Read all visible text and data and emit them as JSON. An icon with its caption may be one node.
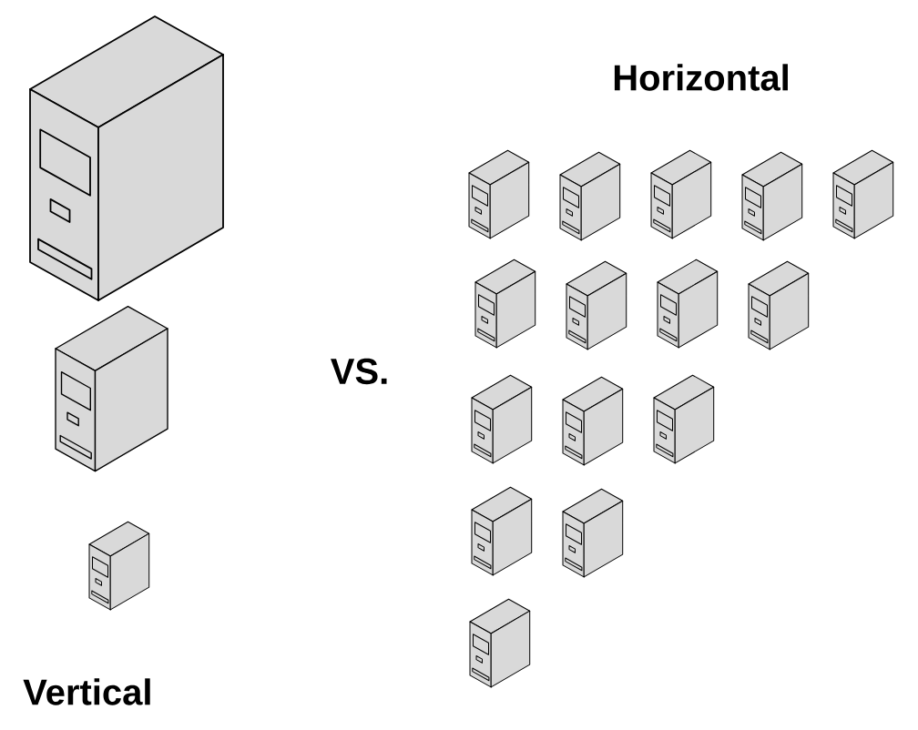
{
  "diagram": {
    "labels": [
      "Horizontal",
      "VS.",
      "Vertical"
    ]
  }
}
